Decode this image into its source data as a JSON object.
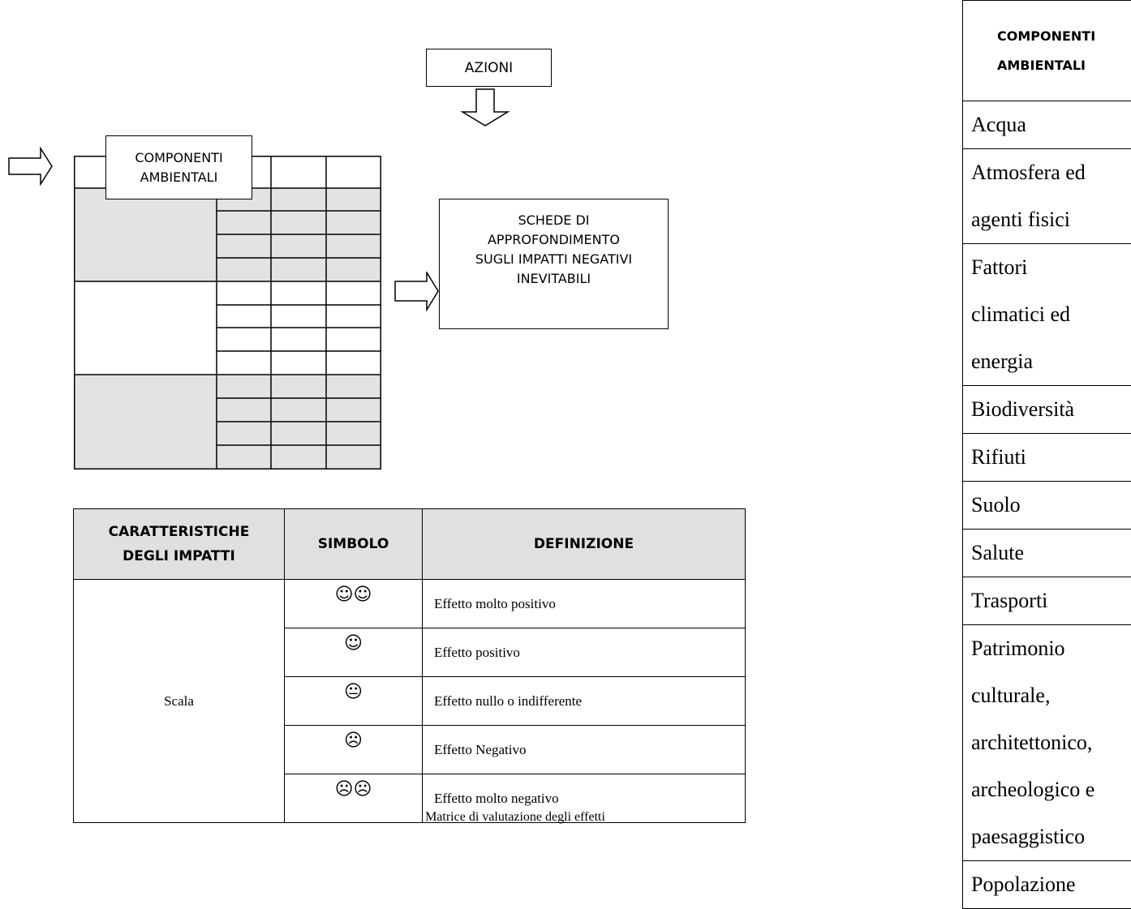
{
  "diagram": {
    "azioni_label": "AZIONI",
    "componenti_lines": [
      "COMPONENTI",
      "AMBIENTALI"
    ],
    "schede_lines": [
      "SCHEDE DI",
      "APPROFONDIMENTO",
      "SUGLI IMPATTI NEGATIVI",
      "INEVITABILI"
    ]
  },
  "legend_table": {
    "headers": [
      "CARATTERISTICHE DEGLI IMPATTI",
      "SIMBOLO",
      "DEFINIZIONE"
    ],
    "header_lines_first": [
      "CARATTERISTICHE",
      "DEGLI IMPATTI"
    ],
    "scale_label": "Scala",
    "rows": [
      {
        "symbol": "☺☺",
        "definition": "Effetto molto positivo"
      },
      {
        "symbol": "☺",
        "definition": "Effetto positivo"
      },
      {
        "symbol": "😐",
        "definition": "Effetto nullo o indifferente"
      },
      {
        "symbol": "☹",
        "definition": "Effetto Negativo"
      },
      {
        "symbol": "☹☹",
        "definition": "Effetto molto negativo"
      }
    ],
    "caption": "Matrice di valutazione degli effetti"
  },
  "components_table": {
    "header_lines": [
      "COMPONENTI",
      "AMBIENTALI"
    ],
    "rows": [
      {
        "lines": [
          "Acqua"
        ]
      },
      {
        "lines": [
          "Atmosfera ed",
          "agenti fisici"
        ]
      },
      {
        "lines": [
          "Fattori",
          "climatici ed",
          "energia"
        ]
      },
      {
        "lines": [
          "Biodiversità"
        ]
      },
      {
        "lines": [
          "Rifiuti"
        ]
      },
      {
        "lines": [
          "Suolo"
        ]
      },
      {
        "lines": [
          "Salute"
        ]
      },
      {
        "lines": [
          "Trasporti"
        ]
      },
      {
        "lines": [
          "Patrimonio",
          "culturale,",
          "architettonico,",
          "archeologico e",
          "paesaggistico"
        ]
      },
      {
        "lines": [
          "Popolazione"
        ]
      }
    ]
  }
}
